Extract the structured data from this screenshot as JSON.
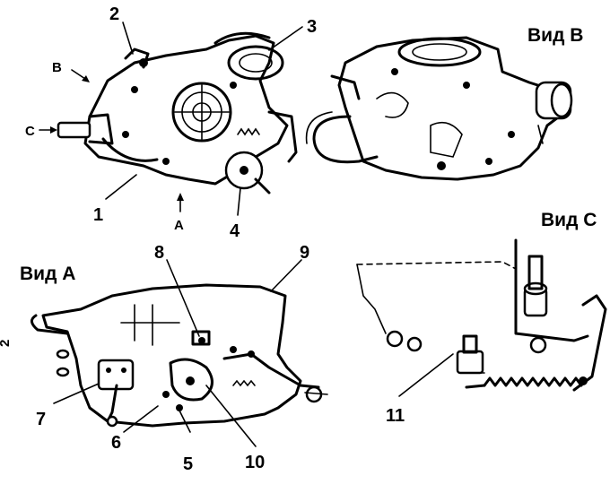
{
  "views": {
    "b": "Вид В",
    "c": "Вид С",
    "a": "Вид А"
  },
  "arrows": {
    "b": "В",
    "c": "С",
    "a": "А"
  },
  "callouts": {
    "n1": "1",
    "n2": "2",
    "n3": "3",
    "n4": "4",
    "n5": "5",
    "n6": "6",
    "n7": "7",
    "n8": "8",
    "n9": "9",
    "n10": "10",
    "n11": "11"
  },
  "margin_mark": "2"
}
